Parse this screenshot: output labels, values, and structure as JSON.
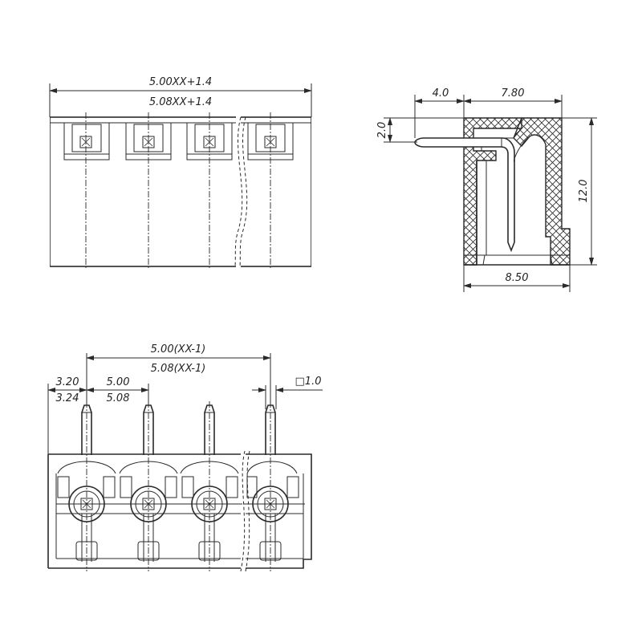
{
  "top_view": {
    "dim_width_a": "5.00XX+1.4",
    "dim_width_b": "5.08XX+1.4"
  },
  "side_view": {
    "dim_left": "4.0",
    "dim_right": "7.80",
    "dim_pin_height": "2.0",
    "dim_height": "12.0",
    "dim_depth": "8.50"
  },
  "front_view": {
    "dim_span_a": "5.00(XX-1)",
    "dim_span_b": "5.08(XX-1)",
    "dim_offset_a": "3.20",
    "dim_offset_b": "3.24",
    "dim_pitch_a": "5.00",
    "dim_pitch_b": "5.08",
    "dim_pin_square": "□1.0"
  }
}
